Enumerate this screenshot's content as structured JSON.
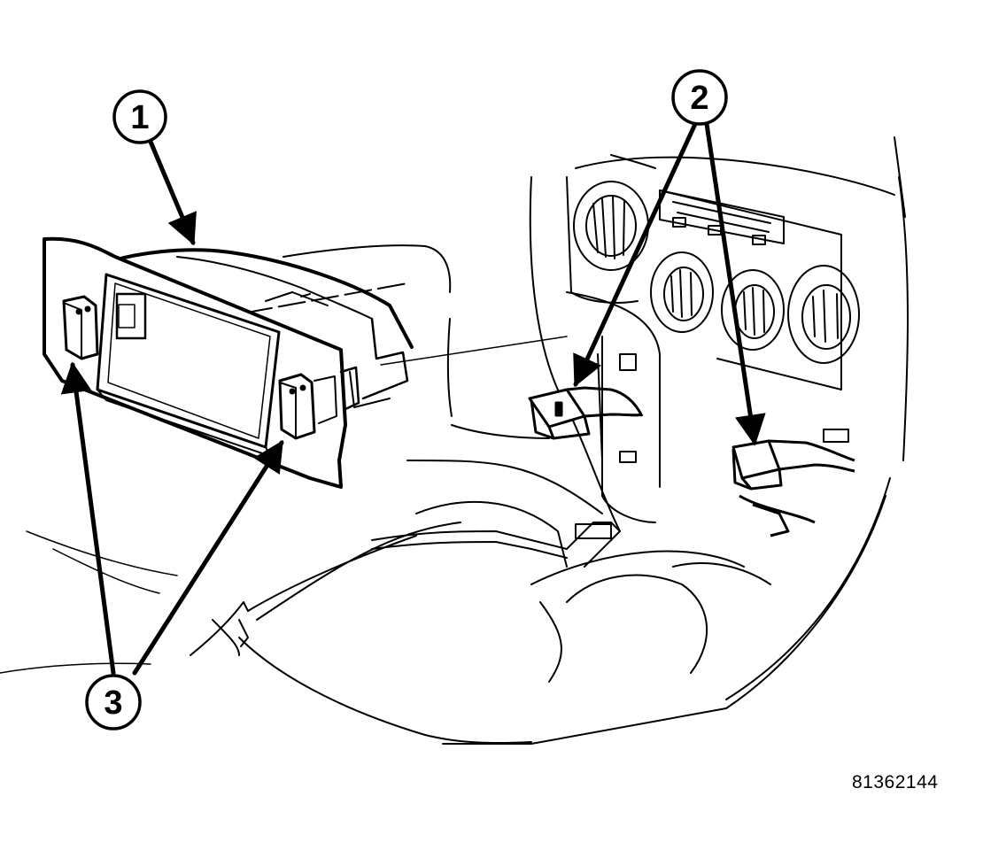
{
  "figure": {
    "code": "81362144",
    "callouts": [
      {
        "id": "1",
        "label": "1"
      },
      {
        "id": "2",
        "label": "2"
      },
      {
        "id": "3",
        "label": "3"
      }
    ]
  },
  "colors": {
    "ink": "#000000",
    "paper": "#ffffff"
  }
}
